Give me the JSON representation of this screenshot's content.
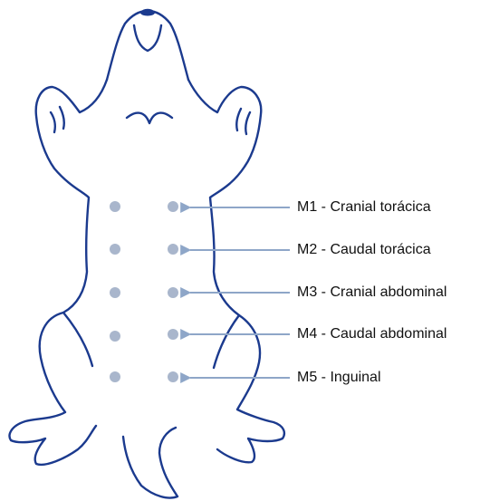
{
  "colors": {
    "outline": "#1b3a8e",
    "nipple": "#a9b6cc",
    "arrow": "#8ea6c8",
    "text": "#111111"
  },
  "labels": [
    "M1 - Cranial torácica",
    "M2 - Caudal torácica",
    "M3 - Cranial abdominal",
    "M4 - Caudal abdominal",
    "M5 - Inguinal"
  ]
}
